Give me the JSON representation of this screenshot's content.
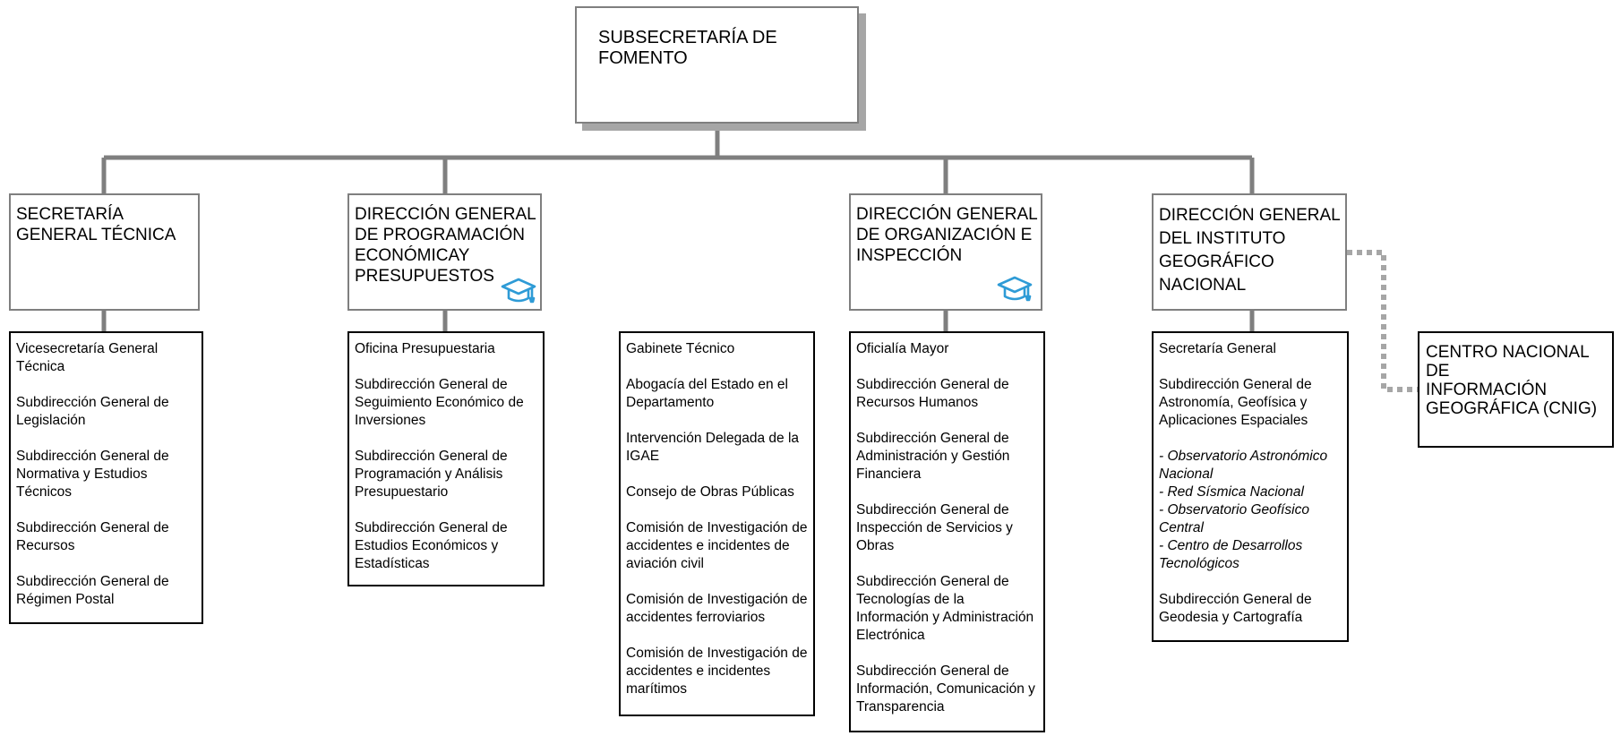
{
  "top": {
    "title": "SUBSECRETARÍA DE FOMENTO"
  },
  "directorates": [
    {
      "title": [
        "SECRETARÍA",
        "GENERAL TÉCNICA"
      ],
      "icon": null,
      "items": [
        "Vicesecretaría General Técnica",
        "Subdirección General de Legislación",
        "Subdirección General de Normativa y Estudios Técnicos",
        "Subdirección General de Recursos",
        "Subdirección General de Régimen Postal"
      ]
    },
    {
      "title": [
        "DIRECCIÓN GENERAL",
        "DE PROGRAMACIÓN",
        "ECONÓMICAY",
        "PRESUPUESTOS"
      ],
      "icon": "graduation-cap-icon",
      "items": [
        "Oficina Presupuestaria",
        "Subdirección General de Seguimiento Económico de Inversiones",
        "Subdirección General de Programación y Análisis Presupuestario",
        "Subdirección General de Estudios Económicos y Estadísticas"
      ]
    },
    {
      "title": [
        "DIRECCIÓN GENERAL",
        "DE ORGANIZACIÓN E",
        "INSPECCIÓN"
      ],
      "icon": "graduation-cap-icon",
      "items": [
        "Oficialía Mayor",
        "Subdirección General de Recursos Humanos",
        "Subdirección General de Administración y Gestión Financiera",
        "Subdirección General de Inspección de Servicios y Obras",
        "Subdirección General de Tecnologías de la Información y Administración Electrónica",
        "Subdirección General de Información, Comunicación y Transparencia"
      ]
    },
    {
      "title": [
        "DIRECCIÓN GENERAL",
        "DEL INSTITUTO",
        "GEOGRÁFICO",
        "NACIONAL"
      ],
      "icon": null,
      "items_before": [
        "Secretaría General",
        "Subdirección General de Astronomía, Geofísica y Aplicaciones Espaciales"
      ],
      "sub_items": [
        "- Observatorio Astronómico Nacional",
        "- Red Sísmica Nacional",
        "- Observatorio Geofísico Central",
        "- Centro de Desarrollos Tecnológicos"
      ],
      "items_after": [
        "Subdirección General de Geodesia y Cartografía"
      ]
    }
  ],
  "cabinet": {
    "items": [
      "Gabinete Técnico",
      "Abogacía del Estado en el Departamento",
      "Intervención Delegada de la IGAE",
      "Consejo de Obras Públicas",
      "Comisión de Investigación de accidentes e incidentes de aviación civil",
      "Comisión de Investigación de accidentes ferroviarios",
      "Comisión de Investigación de accidentes e incidentes marítimos"
    ]
  },
  "cnig": {
    "title": [
      "CENTRO NACIONAL DE",
      "INFORMACIÓN",
      "GEOGRÁFICA (CNIG)"
    ]
  },
  "colors": {
    "connector": "#7f7f7f",
    "shadow": "#a6a6a6",
    "icon": "#2e9bd6"
  }
}
